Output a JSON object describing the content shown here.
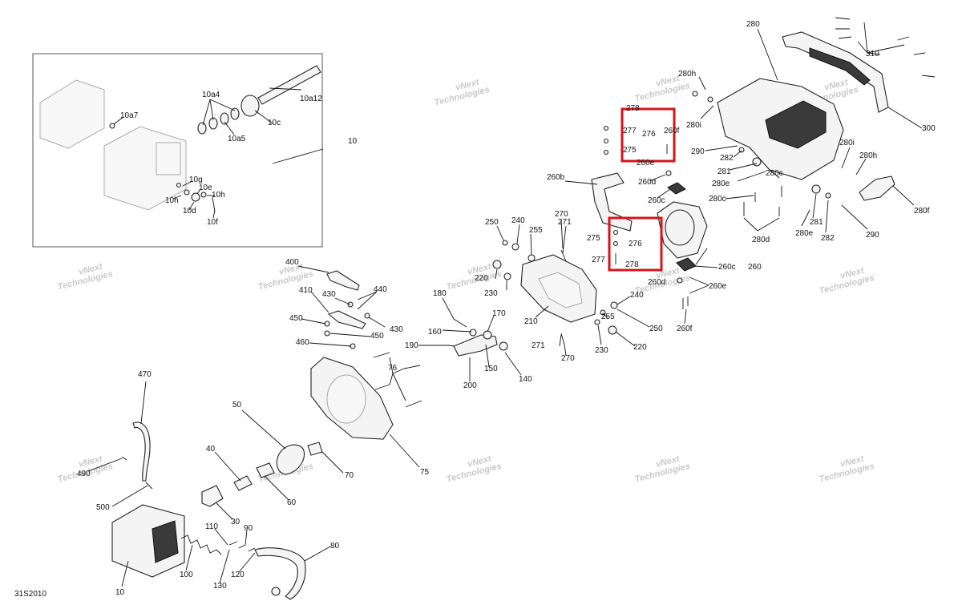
{
  "diagram": {
    "code": "31S2010",
    "watermark_line1": "vNext",
    "watermark_line2": "Technologies",
    "labels": [
      {
        "id": "310",
        "text": "310"
      },
      {
        "id": "280",
        "text": "280"
      },
      {
        "id": "300",
        "text": "300"
      },
      {
        "id": "280h-a",
        "text": "280h"
      },
      {
        "id": "280i-a",
        "text": "280i"
      },
      {
        "id": "290-a",
        "text": "290"
      },
      {
        "id": "282-a",
        "text": "282"
      },
      {
        "id": "281-a",
        "text": "281"
      },
      {
        "id": "280e-a",
        "text": "280e"
      },
      {
        "id": "280c-a",
        "text": "280c"
      },
      {
        "id": "280c-b",
        "text": "280c"
      },
      {
        "id": "280d",
        "text": "280d"
      },
      {
        "id": "280i-b",
        "text": "280i"
      },
      {
        "id": "280h-b",
        "text": "280h"
      },
      {
        "id": "280f",
        "text": "280f"
      },
      {
        "id": "281-b",
        "text": "281"
      },
      {
        "id": "280e-b",
        "text": "280e"
      },
      {
        "id": "282-b",
        "text": "282"
      },
      {
        "id": "290-b",
        "text": "290"
      },
      {
        "id": "278-a",
        "text": "278"
      },
      {
        "id": "277-a",
        "text": "277"
      },
      {
        "id": "276-a",
        "text": "276"
      },
      {
        "id": "260f-a",
        "text": "260f"
      },
      {
        "id": "275-a",
        "text": "275"
      },
      {
        "id": "260e-a",
        "text": "260e"
      },
      {
        "id": "260d-a",
        "text": "260d"
      },
      {
        "id": "260c-a",
        "text": "260c"
      },
      {
        "id": "260b",
        "text": "260b"
      },
      {
        "id": "275-b",
        "text": "275"
      },
      {
        "id": "276-b",
        "text": "276"
      },
      {
        "id": "277-b",
        "text": "277"
      },
      {
        "id": "278-b",
        "text": "278"
      },
      {
        "id": "260c-b",
        "text": "260c"
      },
      {
        "id": "260",
        "text": "260"
      },
      {
        "id": "260d-b",
        "text": "260d"
      },
      {
        "id": "260e-b",
        "text": "260e"
      },
      {
        "id": "260f-b",
        "text": "260f"
      },
      {
        "id": "250-a",
        "text": "250"
      },
      {
        "id": "240-a",
        "text": "240"
      },
      {
        "id": "255-a",
        "text": "255"
      },
      {
        "id": "270-a",
        "text": "270"
      },
      {
        "id": "271-a",
        "text": "271"
      },
      {
        "id": "220-a",
        "text": "220"
      },
      {
        "id": "230-a",
        "text": "230"
      },
      {
        "id": "210",
        "text": "210"
      },
      {
        "id": "240-b",
        "text": "240"
      },
      {
        "id": "255-b",
        "text": "255"
      },
      {
        "id": "250-b",
        "text": "250"
      },
      {
        "id": "271-b",
        "text": "271"
      },
      {
        "id": "270-b",
        "text": "270"
      },
      {
        "id": "230-b",
        "text": "230"
      },
      {
        "id": "220-b",
        "text": "220"
      },
      {
        "id": "180",
        "text": "180"
      },
      {
        "id": "170",
        "text": "170"
      },
      {
        "id": "160",
        "text": "160"
      },
      {
        "id": "190",
        "text": "190"
      },
      {
        "id": "150",
        "text": "150"
      },
      {
        "id": "140",
        "text": "140"
      },
      {
        "id": "200",
        "text": "200"
      },
      {
        "id": "400",
        "text": "400"
      },
      {
        "id": "410",
        "text": "410"
      },
      {
        "id": "430-a",
        "text": "430"
      },
      {
        "id": "440",
        "text": "440"
      },
      {
        "id": "450-a",
        "text": "450"
      },
      {
        "id": "430-b",
        "text": "430"
      },
      {
        "id": "450-b",
        "text": "450"
      },
      {
        "id": "460",
        "text": "460"
      },
      {
        "id": "76",
        "text": "76"
      },
      {
        "id": "75",
        "text": "75"
      },
      {
        "id": "70",
        "text": "70"
      },
      {
        "id": "50",
        "text": "50"
      },
      {
        "id": "40",
        "text": "40"
      },
      {
        "id": "60",
        "text": "60"
      },
      {
        "id": "30",
        "text": "30"
      },
      {
        "id": "470",
        "text": "470"
      },
      {
        "id": "490",
        "text": "490"
      },
      {
        "id": "500",
        "text": "500"
      },
      {
        "id": "110",
        "text": "110"
      },
      {
        "id": "90",
        "text": "90"
      },
      {
        "id": "80",
        "text": "80"
      },
      {
        "id": "100",
        "text": "100"
      },
      {
        "id": "130",
        "text": "130"
      },
      {
        "id": "120",
        "text": "120"
      },
      {
        "id": "10-a",
        "text": "10"
      },
      {
        "id": "10a4",
        "text": "10a4"
      },
      {
        "id": "10a12",
        "text": "10a12"
      },
      {
        "id": "10a7",
        "text": "10a7"
      },
      {
        "id": "10c",
        "text": "10c"
      },
      {
        "id": "10a5",
        "text": "10a5"
      },
      {
        "id": "10-b",
        "text": "10"
      },
      {
        "id": "10g",
        "text": "10g"
      },
      {
        "id": "10e",
        "text": "10e"
      },
      {
        "id": "10h-a",
        "text": "10h"
      },
      {
        "id": "10h-b",
        "text": "10h"
      },
      {
        "id": "10d",
        "text": "10d"
      },
      {
        "id": "10f",
        "text": "10f"
      }
    ]
  }
}
